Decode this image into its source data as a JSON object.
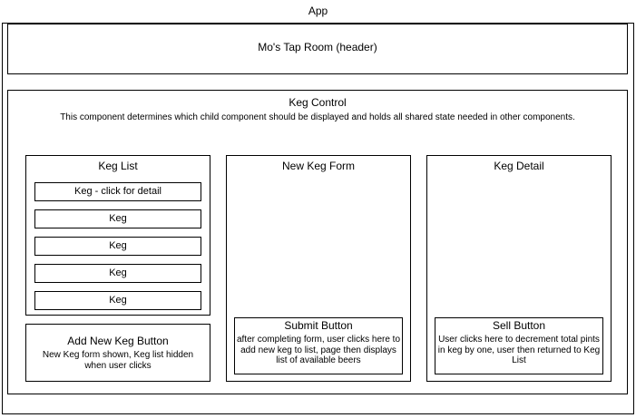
{
  "app": {
    "title": "App",
    "header": {
      "title": "Mo's Tap Room (header)"
    },
    "keg_control": {
      "title": "Keg Control",
      "description": "This component determines which child component  should be displayed and holds all shared state needed in other components.",
      "keg_list": {
        "title": "Keg List",
        "items": [
          {
            "label": "Keg - click for detail"
          },
          {
            "label": "Keg"
          },
          {
            "label": "Keg"
          },
          {
            "label": "Keg"
          },
          {
            "label": "Keg"
          }
        ]
      },
      "add_new_keg_button": {
        "title": "Add New Keg Button",
        "description": "New Keg form shown, Keg list hidden when user clicks"
      },
      "new_keg_form": {
        "title": "New Keg Form",
        "submit_button": {
          "title": "Submit Button",
          "description": "after completing form, user clicks here to add new keg to list, page then displays list of available beers"
        }
      },
      "keg_detail": {
        "title": "Keg Detail",
        "sell_button": {
          "title": "Sell Button",
          "description": "User clicks here to decrement total pints in keg by one, user then returned to Keg List"
        }
      }
    }
  },
  "colors": {
    "stroke": "#000000",
    "fill": "#ffffff",
    "text": "#000000"
  }
}
